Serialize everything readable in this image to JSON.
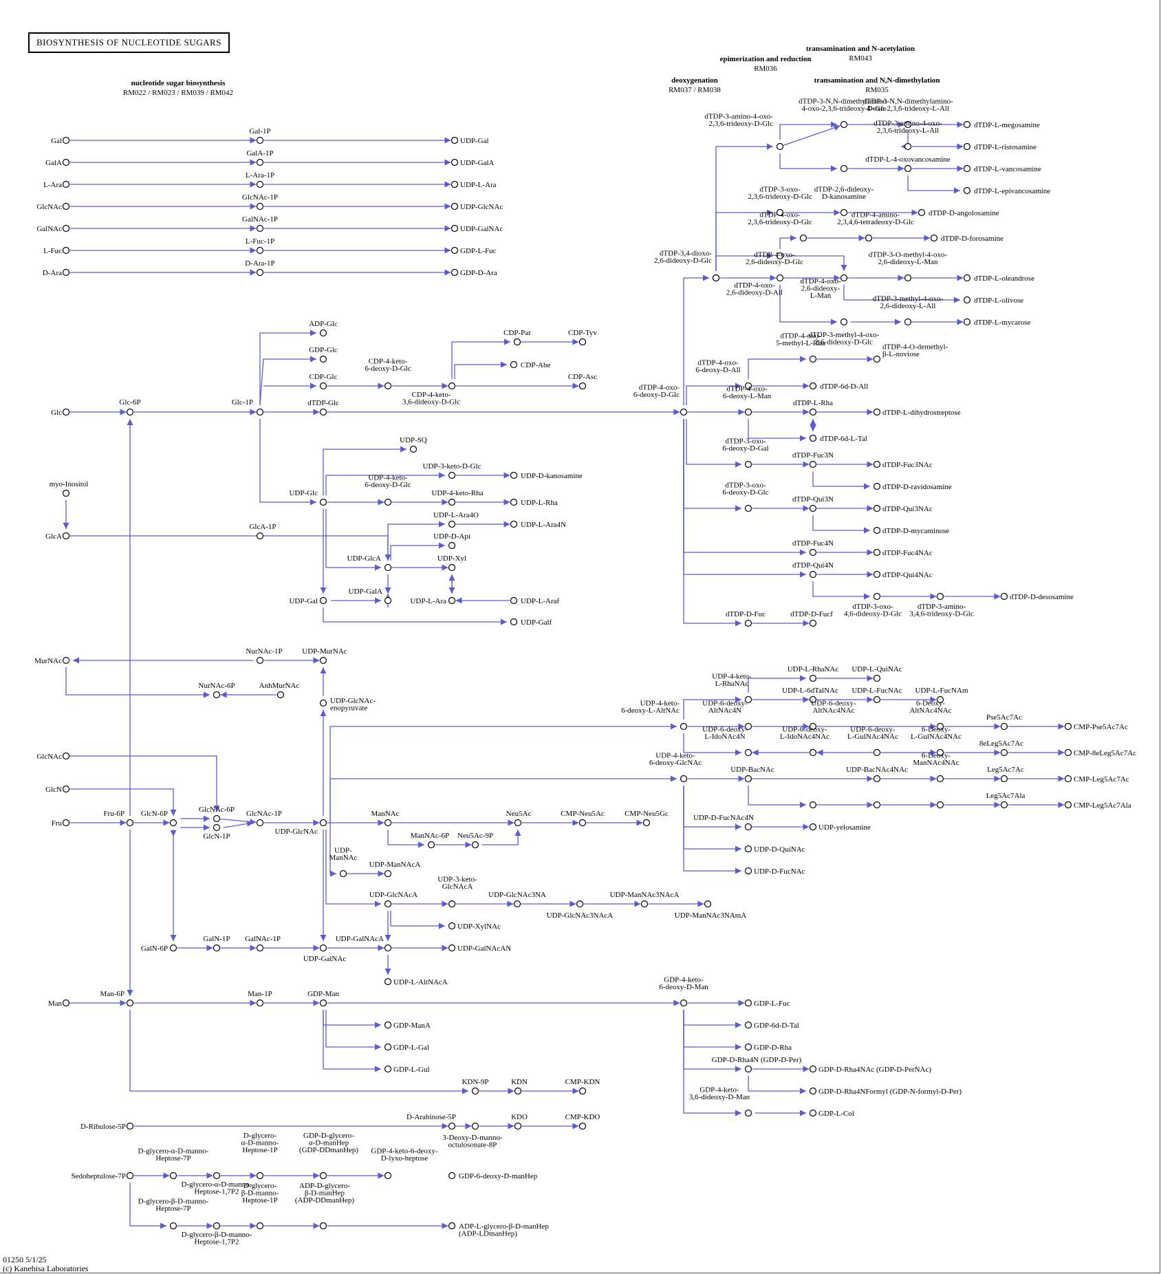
{
  "title": "BIOSYNTHESIS OF NUCLEOTIDE SUGARS",
  "footer": {
    "version": "01250 5/1/25",
    "copyright": "(c) Kanehisa Laboratories"
  },
  "colors": {
    "edge": "#5b5bd6",
    "node_stroke": "#000000",
    "node_fill": "#ffffff",
    "special_edge": "#000000"
  },
  "modules": [
    {
      "id": "mod_ns",
      "name": "nucleotide sugar biosynthesis",
      "code": "RM022 / RM023 / RM039 / RM042"
    },
    {
      "id": "mod_ta",
      "name": "transamination and N-acetylation",
      "code": "RM043"
    },
    {
      "id": "mod_ep",
      "name": "epimerization and reduction",
      "code": "RM036"
    },
    {
      "id": "mod_de",
      "name": "deoxygenation",
      "code": "RM037 / RM038"
    },
    {
      "id": "mod_tm",
      "name": "transamination and N,N-dimethylation",
      "code": "RM035"
    }
  ],
  "nodes": [
    {
      "id": "gal",
      "label": "Gal"
    },
    {
      "id": "gal1p",
      "label": "Gal-1P"
    },
    {
      "id": "udpgal_t",
      "label": "UDP-Gal"
    },
    {
      "id": "gala",
      "label": "GalA"
    },
    {
      "id": "gala1p",
      "label": "GalA-1P"
    },
    {
      "id": "udpgala_t",
      "label": "UDP-GalA"
    },
    {
      "id": "lara",
      "label": "L-Ara"
    },
    {
      "id": "lara1p",
      "label": "L-Ara-1P"
    },
    {
      "id": "udplara_t",
      "label": "UDP-L-Ara"
    },
    {
      "id": "glcnac_t",
      "label": "GlcNAc"
    },
    {
      "id": "glcnac1p_t",
      "label": "GlcNAc-1P"
    },
    {
      "id": "udpglcnac_t",
      "label": "UDP-GlcNAc"
    },
    {
      "id": "galnac_t",
      "label": "GalNAc"
    },
    {
      "id": "galnac1p_t",
      "label": "GalNAc-1P"
    },
    {
      "id": "udpgalnac_t",
      "label": "UDP-GalNAc"
    },
    {
      "id": "lfuc",
      "label": "L-Fuc"
    },
    {
      "id": "lfuc1p",
      "label": "L-Fuc-1P"
    },
    {
      "id": "gdplfuc_t",
      "label": "GDP-L-Fuc"
    },
    {
      "id": "dara",
      "label": "D-Ara"
    },
    {
      "id": "dara1p",
      "label": "D-Ara-1P"
    },
    {
      "id": "gdpdara",
      "label": "GDP-D-Ara"
    },
    {
      "id": "glc",
      "label": "Glc"
    },
    {
      "id": "glc6p",
      "label": "Glc-6P"
    },
    {
      "id": "glc1p",
      "label": "Glc-1P"
    },
    {
      "id": "adpglc",
      "label": "ADP-Glc"
    },
    {
      "id": "gdpglc",
      "label": "GDP-Glc"
    },
    {
      "id": "cdpglc",
      "label": "CDP-Glc"
    },
    {
      "id": "dtdpglc",
      "label": "dTDP-Glc"
    },
    {
      "id": "cdp4k",
      "label": "CDP-4-keto-\n6-deoxy-D-Glc"
    },
    {
      "id": "cdp4k36",
      "label": "CDP-4-keto-\n3,6-dideoxy-D-Glc"
    },
    {
      "id": "cdppar",
      "label": "CDP-Par"
    },
    {
      "id": "cdptyv",
      "label": "CDP-Tyv"
    },
    {
      "id": "cdpabe",
      "label": "CDP-Abe"
    },
    {
      "id": "cdpasc",
      "label": "CDP-Asc"
    },
    {
      "id": "myoino",
      "label": "myo-Inositol"
    },
    {
      "id": "glca",
      "label": "GlcA"
    },
    {
      "id": "glca1p",
      "label": "GlcA-1P"
    },
    {
      "id": "udpglc",
      "label": "UDP-Glc"
    },
    {
      "id": "udpsq",
      "label": "UDP-SQ"
    },
    {
      "id": "udp3kglc",
      "label": "UDP-3-keto-D-Glc"
    },
    {
      "id": "udpdkan",
      "label": "UDP-D-kanosamine"
    },
    {
      "id": "udp4k6d",
      "label": "UDP-4-keto-\n6-deoxy-D-Glc"
    },
    {
      "id": "udp4krha",
      "label": "UDP-4-keto-Rha"
    },
    {
      "id": "udplrha",
      "label": "UDP-L-Rha"
    },
    {
      "id": "udplara4o",
      "label": "UDP-L-Ara4O"
    },
    {
      "id": "udplara4n",
      "label": "UDP-L-Ara4N"
    },
    {
      "id": "udpdapi",
      "label": "UDP-D-Api"
    },
    {
      "id": "udpglca",
      "label": "UDP-GlcA"
    },
    {
      "id": "udpxyl",
      "label": "UDP-Xyl"
    },
    {
      "id": "udpgala",
      "label": "UDP-GalA"
    },
    {
      "id": "udpgal",
      "label": "UDP-Gal"
    },
    {
      "id": "udplara",
      "label": "UDP-L-Ara"
    },
    {
      "id": "udplaraf",
      "label": "UDP-L-Araf"
    },
    {
      "id": "udpgalf",
      "label": "UDP-Galf"
    },
    {
      "id": "murnac",
      "label": "MurNAc"
    },
    {
      "id": "murnac1p",
      "label": "NurNAc-1P"
    },
    {
      "id": "udpmurnac",
      "label": "UDP-MurNAc"
    },
    {
      "id": "murnac6p",
      "label": "NurNAc-6P"
    },
    {
      "id": "anhmurnac",
      "label": "AnhMurNAc"
    },
    {
      "id": "udpglcnacenol",
      "label": "UDP-GlcNAc-\nenopyruvate"
    },
    {
      "id": "glcnac",
      "label": "GlcNAc"
    },
    {
      "id": "glcn",
      "label": "GlcN"
    },
    {
      "id": "fru",
      "label": "Fru"
    },
    {
      "id": "fru6p",
      "label": "Fru-6P"
    },
    {
      "id": "glcn6p",
      "label": "GlcN-6P"
    },
    {
      "id": "glcnac6p",
      "label": "GlcNAc-6P"
    },
    {
      "id": "glcn1p",
      "label": "GlcN-1P"
    },
    {
      "id": "glcnac1p",
      "label": "GlcNAc-1P"
    },
    {
      "id": "udpglcnac",
      "label": "UDP-GlcNAc"
    },
    {
      "id": "mannac",
      "label": "ManNAc"
    },
    {
      "id": "mannac6p",
      "label": "ManNAc-6P"
    },
    {
      "id": "neu5ac9p",
      "label": "Neu5Ac-9P"
    },
    {
      "id": "neu5ac",
      "label": "Neu5Ac"
    },
    {
      "id": "cmpneu5ac",
      "label": "CMP-Neu5Ac"
    },
    {
      "id": "cmpneu5gc",
      "label": "CMP-Neu5Gc"
    },
    {
      "id": "udpmannac",
      "label": "UDP-\nManNAc"
    },
    {
      "id": "udpmannaca",
      "label": "UDP-ManNAcA"
    },
    {
      "id": "udpglcnaca",
      "label": "UDP-GlcNAcA"
    },
    {
      "id": "udp3kglcnaca",
      "label": "UDP-3-keto-\nGlcNAcA"
    },
    {
      "id": "udpglcnac3na",
      "label": "UDP-GlcNAc3NA"
    },
    {
      "id": "udpglcnac3naca",
      "label": "UDP-GlcNAc3NAcA"
    },
    {
      "id": "udpmannac3naca",
      "label": "UDP-ManNAc3NAcA"
    },
    {
      "id": "udpmannac3nama",
      "label": "UDP-ManNAc3NAmA"
    },
    {
      "id": "udpxylnac",
      "label": "UDP-XylNAc"
    },
    {
      "id": "galn6p",
      "label": "GalN-6P"
    },
    {
      "id": "galn1p",
      "label": "GalN-1P"
    },
    {
      "id": "galnac1p",
      "label": "GalNAc-1P"
    },
    {
      "id": "udpgalnac",
      "label": "UDP-GalNAc"
    },
    {
      "id": "udpgalnaca",
      "label": "UDP-GalNAcA"
    },
    {
      "id": "udpgalnacan",
      "label": "UDP-GalNAcAN"
    },
    {
      "id": "udplaltnaca",
      "label": "UDP-L-AltNAcA"
    },
    {
      "id": "man",
      "label": "Man"
    },
    {
      "id": "man6p",
      "label": "Man-6P"
    },
    {
      "id": "man1p",
      "label": "Man-1P"
    },
    {
      "id": "gdpman",
      "label": "GDP-Man"
    },
    {
      "id": "gdpmana",
      "label": "GDP-ManA"
    },
    {
      "id": "gdplgal",
      "label": "GDP-L-Gal"
    },
    {
      "id": "gdplgul",
      "label": "GDP-L-Gul"
    },
    {
      "id": "kdn9p",
      "label": "KDN-9P"
    },
    {
      "id": "kdn",
      "label": "KDN"
    },
    {
      "id": "cmpkdn",
      "label": "CMP-KDN"
    },
    {
      "id": "dribu5p",
      "label": "D-Ribulose-5P"
    },
    {
      "id": "dara5p",
      "label": "D-Arabinose-5P"
    },
    {
      "id": "kdo8p",
      "label": "3-Deoxy-D-manno-\noctulosonate-8P"
    },
    {
      "id": "kdo",
      "label": "KDO"
    },
    {
      "id": "cmpkdo",
      "label": "CMP-KDO"
    },
    {
      "id": "sedo7p",
      "label": "Sedoheptulose-7P"
    },
    {
      "id": "dgah7p",
      "label": "D-glycero-α-D-manno-\nHeptose-7P"
    },
    {
      "id": "dgah17p",
      "label": "D-glycero-α-D-manno-\nHeptose-1,7P2"
    },
    {
      "id": "dgah1p",
      "label": "D-glycero-\nα-D-manno-\nHeptose-1P"
    },
    {
      "id": "gdpddmanhep",
      "label": "GDP-D-glycero-\nα-D-manHep\n(GDP-DDmanHep)"
    },
    {
      "id": "gdp4k6dlyx",
      "label": "GDP-4-keto-6-deoxy-\nD-lyxo-heptose"
    },
    {
      "id": "gdp6ddmanhep",
      "label": "GDP-6-deoxy-D-manHep"
    },
    {
      "id": "dgbh7p",
      "label": "D-glycero-β-D-manno-\nHeptose-7P"
    },
    {
      "id": "dgbh17p",
      "label": "D-glycero-β-D-manno-\nHeptose-1,7P2"
    },
    {
      "id": "dgbh1p",
      "label": "D-glycero-\nβ-D-manno-\nHeptose-1P"
    },
    {
      "id": "adpddmanhep",
      "label": "ADP-D-glycero-\nβ-D-manHep\n(ADP-DDmanHep)"
    },
    {
      "id": "adpldmanhep",
      "label": "ADP-L-glycero-β-D-manHep\n(ADP-LDmanHep)"
    },
    {
      "id": "dtdp4k6dglc",
      "label": "dTDP-4-oxo-\n6-deoxy-D-Glc"
    },
    {
      "id": "dtdp34",
      "label": "dTDP-3,4-dioxo-\n2,6-dideoxy-D-Glc"
    },
    {
      "id": "dtdp3a4o",
      "label": "dTDP-3-amino-4-oxo-\n2,3,6-trideoxy-D-Glc"
    },
    {
      "id": "dtdp3nn4o",
      "label": "dTDP-3-N,N-dimethylamino-\n4-oxo-2,3,6-trideoxy-D-Glc"
    },
    {
      "id": "dtdp3nn4oall",
      "label": "dTDP-3-N,N-dimethylamino-\n4-oxo-2,3,6-trideoxy-L-All"
    },
    {
      "id": "dtdpmeg",
      "label": "dTDP-L-megosamine"
    },
    {
      "id": "dtdp3a4oall",
      "label": "dTDP-3-amino-4-oxo-\n2,3,6-trideoxy-L-All"
    },
    {
      "id": "dtdplrist",
      "label": "dTDP-L-ristosamine"
    },
    {
      "id": "dtdplvanc_i",
      "label": ""
    },
    {
      "id": "dtdplvanc_o",
      "label": "dTDP-L-4-oxovancosamine"
    },
    {
      "id": "dtdplvanc",
      "label": "dTDP-L-vancosamine"
    },
    {
      "id": "dtdplepivanc",
      "label": "dTDP-L-epivancosamine"
    },
    {
      "id": "dtdp3oxo",
      "label": "dTDP-3-oxo-\n2,3,6-trideoxy-D-Glc"
    },
    {
      "id": "dtdp26dk",
      "label": "dTDP-2,6-dideoxy-\nD-kanosamine"
    },
    {
      "id": "dtdpang",
      "label": "dTDP-D-angolosamine"
    },
    {
      "id": "dtdp4oxo236",
      "label": "dTDP-4-oxo-\n2,3,6-trideoxy-D-Glc"
    },
    {
      "id": "dtdp4a",
      "label": "dTDP-4-amino-\n2,3,4,6-tetradeoxy-D-Glc"
    },
    {
      "id": "dtdpfor",
      "label": "dTDP-D-forosamine"
    },
    {
      "id": "dtdpmid",
      "label": ""
    },
    {
      "id": "dtdp4o26glc",
      "label": "dTDP-4-oxo-\n2,6-dideoxy-D-Glc"
    },
    {
      "id": "dtdp4o26lman",
      "label": "dTDP-4-oxo-\n2,6-dideoxy-\nL-Man"
    },
    {
      "id": "dtdp3om",
      "label": "dTDP-3-O-methyl-4-oxo-\n2,6-dideoxy-L-Man"
    },
    {
      "id": "dtdpole",
      "label": "dTDP-L-oleandrose"
    },
    {
      "id": "dtdpoli",
      "label": "dTDP-L-olivose"
    },
    {
      "id": "dtdp4o26all",
      "label": "dTDP-4-oxo-\n2,6-dideoxy-D-All"
    },
    {
      "id": "dtdp3m4oall",
      "label": "dTDP-3-methyl-4-oxo-\n2,6-dideoxy-L-All"
    },
    {
      "id": "dtdpmyc",
      "label": "dTDP-L-mycarose"
    },
    {
      "id": "dtdp3m4oglc",
      "label": "dTDP-3-methyl-4-oxo-\n2,6-dideoxy-D-Glc"
    },
    {
      "id": "dtdp4o5mrha",
      "label": "dTDP-4-oxo-\n5-methyl-L-Rha"
    },
    {
      "id": "dtdp4odm",
      "label": "dTDP-4-O-demethyl-\nβ-L-noviose"
    },
    {
      "id": "dtdp4o6dall",
      "label": "dTDP-4-oxo-\n6-deoxy-D-All"
    },
    {
      "id": "dtdp6dall",
      "label": "dTDP-6d-D-All"
    },
    {
      "id": "dtdp4o6lman",
      "label": "dTDP-4-oxo-\n6-deoxy-L-Man"
    },
    {
      "id": "dtdplrha",
      "label": "dTDP-L-Rha"
    },
    {
      "id": "dtdpldhs",
      "label": "dTDP-L-dihydrostreptose"
    },
    {
      "id": "dtdp6dltal",
      "label": "dTDP-6d-L-Tal"
    },
    {
      "id": "dtdp3o6gal",
      "label": "dTDP-3-oxo-\n6-deoxy-D-Gal"
    },
    {
      "id": "dtdpfuc3n",
      "label": "dTDP-Fuc3N"
    },
    {
      "id": "dtdpfuc3nac",
      "label": "dTDP-Fuc3NAc"
    },
    {
      "id": "dtdprav",
      "label": "dTDP-D-ravidosamine"
    },
    {
      "id": "dtdp3o6glc",
      "label": "dTDP-3-oxo-\n6-deoxy-D-Glc"
    },
    {
      "id": "dtdpqui3n",
      "label": "dTDP-Qui3N"
    },
    {
      "id": "dtdpqui3nac",
      "label": "dTDP-Qui3NAc"
    },
    {
      "id": "dtdpmyca",
      "label": "dTDP-D-mycaminose"
    },
    {
      "id": "dtdpfuc4n",
      "label": "dTDP-Fuc4N"
    },
    {
      "id": "dtdpfuc4nac",
      "label": "dTDP-Fuc4NAc"
    },
    {
      "id": "dtdpqui4n",
      "label": "dTDP-Qui4N"
    },
    {
      "id": "dtdpqui4nac",
      "label": "dTDP-Qui4NAc"
    },
    {
      "id": "dtdp3o46",
      "label": "dTDP-3-oxo-\n4,6-dideoxy-D-Glc"
    },
    {
      "id": "dtdp3a346",
      "label": "dTDP-3-amino-\n3,4,6-trideoxy-D-Glc"
    },
    {
      "id": "dtdpdes",
      "label": "dTDP-D-desosamine"
    },
    {
      "id": "dtdpdfuc",
      "label": "dTDP-D-Fuc"
    },
    {
      "id": "dtdpdfucf",
      "label": "dTDP-D-Fucf"
    },
    {
      "id": "udp4k6daltnac",
      "label": "UDP-4-keto-\n6-deoxy-L-AltNAc"
    },
    {
      "id": "udp4klrhanac",
      "label": "UDP-4-keto-\nL-RhaNAc"
    },
    {
      "id": "udplrhanac",
      "label": "UDP-L-RhaNAc"
    },
    {
      "id": "udplquinac",
      "label": "UDP-L-QuiNAc"
    },
    {
      "id": "udpl6dtalnac",
      "label": "UDP-L-6dTalNAc"
    },
    {
      "id": "udplfucnac",
      "label": "UDP-L-FucNAc"
    },
    {
      "id": "udplfucnam",
      "label": "UDP-L-FucNAm"
    },
    {
      "id": "udp6daltnac4n",
      "label": "UDP-6-deoxy-\nAltNAc4N"
    },
    {
      "id": "udp6daltnac4nac",
      "label": "UDP-6-deoxy-\nAltNAc4NAc"
    },
    {
      "id": "d6daltnac4nac",
      "label": "6-Deoxy-\nAltNAc4NAc"
    },
    {
      "id": "pse5ac7ac",
      "label": "Pse5Ac7Ac"
    },
    {
      "id": "cmppse",
      "label": "CMP-Pse5Ac7Ac"
    },
    {
      "id": "udp6dlidonac4n",
      "label": "UDP-6-deoxy-\nL-IdoNAc4N"
    },
    {
      "id": "udp6dlidonac4nac",
      "label": "UDP-6-deoxy-\nL-IdoNAc4NAc"
    },
    {
      "id": "udp6dlgulnac4nac",
      "label": "UDP-6-deoxy-\nL-GulNAc4NAc"
    },
    {
      "id": "d6dlgulnac4nac",
      "label": "6-Deoxy-\nL-GulNAc4NAc"
    },
    {
      "id": "eleg5ac7ac",
      "label": "8eLeg5Ac7Ac"
    },
    {
      "id": "cmp8eleg",
      "label": "CMP-8eLeg5Ac7Ac"
    },
    {
      "id": "udp4k6dglcnac",
      "label": "UDP-4-keto-\n6-deoxy-GlcNAc"
    },
    {
      "id": "udpbacnac",
      "label": "UDP-BacNAc"
    },
    {
      "id": "udpbacnac4nac",
      "label": "UDP-BacNAc4NAc"
    },
    {
      "id": "d6dmannac4nac",
      "label": "6-Deoxy-\nManNAc4NAc"
    },
    {
      "id": "leg5ac7ac",
      "label": "Leg5Ac7Ac"
    },
    {
      "id": "cmpleg",
      "label": "CMP-Leg5Ac7Ac"
    },
    {
      "id": "b2",
      "label": ""
    },
    {
      "id": "b3",
      "label": ""
    },
    {
      "id": "b4",
      "label": ""
    },
    {
      "id": "leg5ac7ala",
      "label": "Leg5Ac7Ala"
    },
    {
      "id": "cmplegala",
      "label": "CMP-Leg5Ac7Ala"
    },
    {
      "id": "udpdfucnac4n",
      "label": "UDP-D-FucNAc4N"
    },
    {
      "id": "udpyelo",
      "label": "UDP-yelosamine"
    },
    {
      "id": "udpdquinac",
      "label": "UDP-D-QuiNAc"
    },
    {
      "id": "udpdfucnac",
      "label": "UDP-D-FucNAc"
    },
    {
      "id": "gdp4k6dman",
      "label": "GDP-4-keto-\n6-deoxy-D-Man"
    },
    {
      "id": "gdplfuc",
      "label": "GDP-L-Fuc"
    },
    {
      "id": "gdp6dtal",
      "label": "GDP-6d-D-Tal"
    },
    {
      "id": "gdpdrha",
      "label": "GDP-D-Rha"
    },
    {
      "id": "gdpdrha4n",
      "label": "GDP-D-Rha4N (GDP-D-Per)"
    },
    {
      "id": "gdpdrha4nac",
      "label": "GDP-D-Rha4NAc (GDP-D-PerNAc)"
    },
    {
      "id": "gdpdrha4nf",
      "label": "GDP-D-Rha4NFormyl (GDP-N-formyl-D-Per)"
    },
    {
      "id": "gdp4k36",
      "label": "GDP-4-keto-\n3,6-dideoxy-D-Man"
    },
    {
      "id": "gdplcol",
      "label": "GDP-L-Col"
    }
  ]
}
